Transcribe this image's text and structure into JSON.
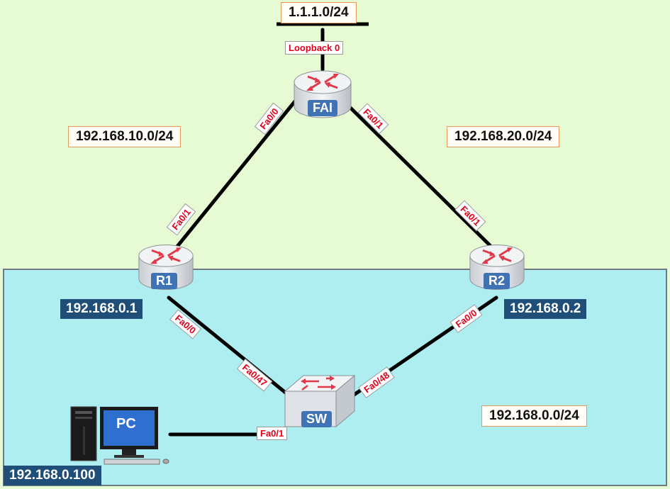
{
  "networks": {
    "internet_net": "1.1.1.0/24",
    "fai_r1_net": "192.168.10.0/24",
    "fai_r2_net": "192.168.20.0/24",
    "lan_net": "192.168.0.0/24"
  },
  "nodes": {
    "fai": {
      "label": "FAI"
    },
    "r1": {
      "label": "R1",
      "ip": "192.168.0.1"
    },
    "r2": {
      "label": "R2",
      "ip": "192.168.0.2"
    },
    "sw": {
      "label": "SW"
    },
    "pc": {
      "label": "PC",
      "ip": "192.168.0.100"
    }
  },
  "ports": {
    "fai_loopback": "Loopback 0",
    "fai_to_r1": "Fa0/0",
    "fai_to_r2": "Fa0/1",
    "r1_to_fai": "Fa0/1",
    "r2_to_fai": "Fa0/1",
    "r1_to_sw": "Fa0/0",
    "r2_to_sw": "Fa0/0",
    "sw_to_r1": "Fa0/47",
    "sw_to_r2": "Fa0/48",
    "sw_to_pc": "Fa0/1"
  },
  "colors": {
    "background": "#e6fbd4",
    "lan_zone": "#aeedf0",
    "port_text": "#e3001a",
    "host_label": "#1f4e79",
    "device_label": "#3f73b4"
  }
}
